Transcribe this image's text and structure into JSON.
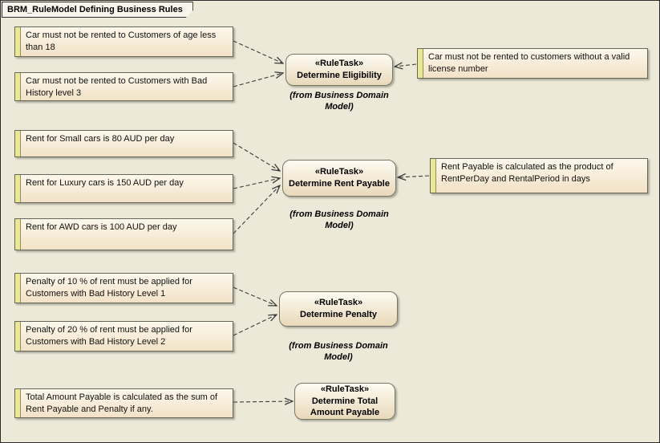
{
  "frame": {
    "title": "BRM_RuleModel Defining Business Rules"
  },
  "notes": [
    {
      "text": "Car must not be rented to Customers of age less than 18"
    },
    {
      "text": "Car must not be rented to Customers with Bad History level 3"
    },
    {
      "text": "Rent for Small cars is 80 AUD per day"
    },
    {
      "text": "Rent for Luxury cars is 150 AUD per day"
    },
    {
      "text": "Rent for AWD cars is 100 AUD per day"
    },
    {
      "text": "Penalty of 10 % of rent must be applied for Customers with Bad History Level 1"
    },
    {
      "text": "Penalty of 20 % of rent must be applied for Customers with Bad History Level 2"
    },
    {
      "text": "Total Amount Payable is calculated as the sum of Rent Payable and Penalty if any."
    },
    {
      "text": "Car must not be rented to customers without a valid license number"
    },
    {
      "text": "Rent Payable is calculated as the product of RentPerDay and RentalPeriod in days"
    }
  ],
  "tasks": [
    {
      "stereotype": "«RuleTask»",
      "name": "Determine Eligibility",
      "from": "(from Business Domain Model)"
    },
    {
      "stereotype": "«RuleTask»",
      "name": "Determine Rent Payable",
      "from": "(from Business Domain Model)"
    },
    {
      "stereotype": "«RuleTask»",
      "name": "Determine Penalty",
      "from": "(from Business Domain Model)"
    },
    {
      "stereotype": "«RuleTask»",
      "name": "Determine Total Amount Payable"
    }
  ],
  "colors": {
    "canvas": "#ECE9D8",
    "note_fill": "#F7EDD9",
    "note_strip": "#EBE793",
    "task_fill": "#F1E6CC",
    "border": "#66665a",
    "connector": "#3c3c3c"
  }
}
